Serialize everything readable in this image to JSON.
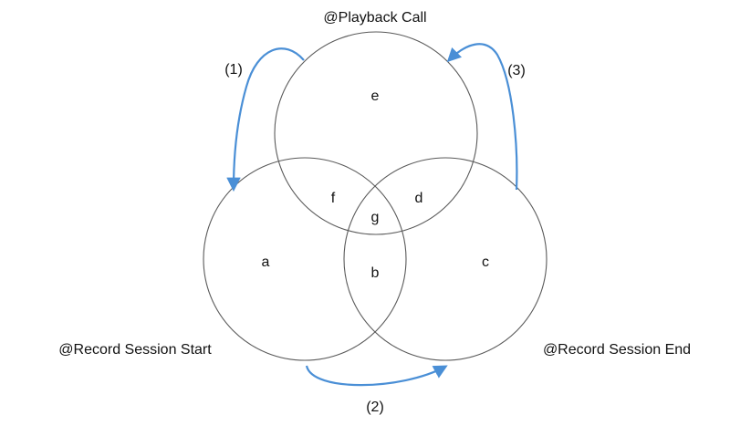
{
  "sets": {
    "top": {
      "label": "@Playback Call"
    },
    "left": {
      "label": "@Record Session Start"
    },
    "right": {
      "label": "@Record Session End"
    }
  },
  "regions": {
    "a": "a",
    "b": "b",
    "c": "c",
    "d": "d",
    "e": "e",
    "f": "f",
    "g": "g"
  },
  "arrows": {
    "one": "(1)",
    "two": "(2)",
    "three": "(3)"
  },
  "colors": {
    "arrow": "#4a8fd6",
    "circle_stroke": "#5a5a5a",
    "text": "#111111"
  }
}
